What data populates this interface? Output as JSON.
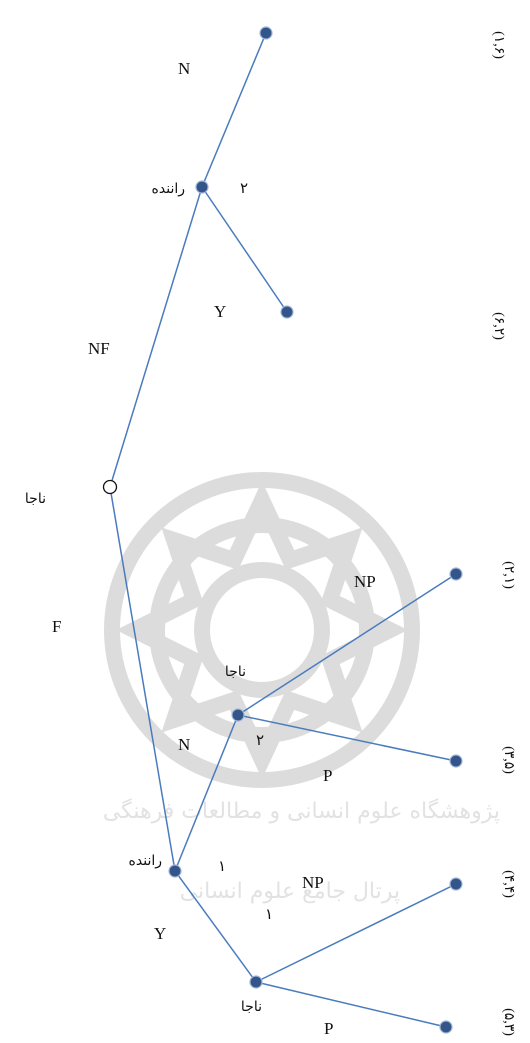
{
  "watermark": {
    "line1": "پژوهشگاه علوم انسانی و مطالعات فرهنگی",
    "line2": "پرتال جامع علوم انسانی"
  },
  "players": {
    "police": "ناجا",
    "driver": "راننده"
  },
  "moves": {
    "NF": "NF",
    "F": "F",
    "N": "N",
    "Y": "Y",
    "NP": "NP",
    "P": "P"
  },
  "numbers": {
    "two": "۲",
    "one": "۱"
  },
  "payoffs": {
    "p1": "(۱,۶)",
    "p2": "(۶,۲)",
    "p3": "(۲,۱)",
    "p4": "(۳,۵)",
    "p5": "(۴,۴)",
    "p6": "(۵,۳)"
  }
}
